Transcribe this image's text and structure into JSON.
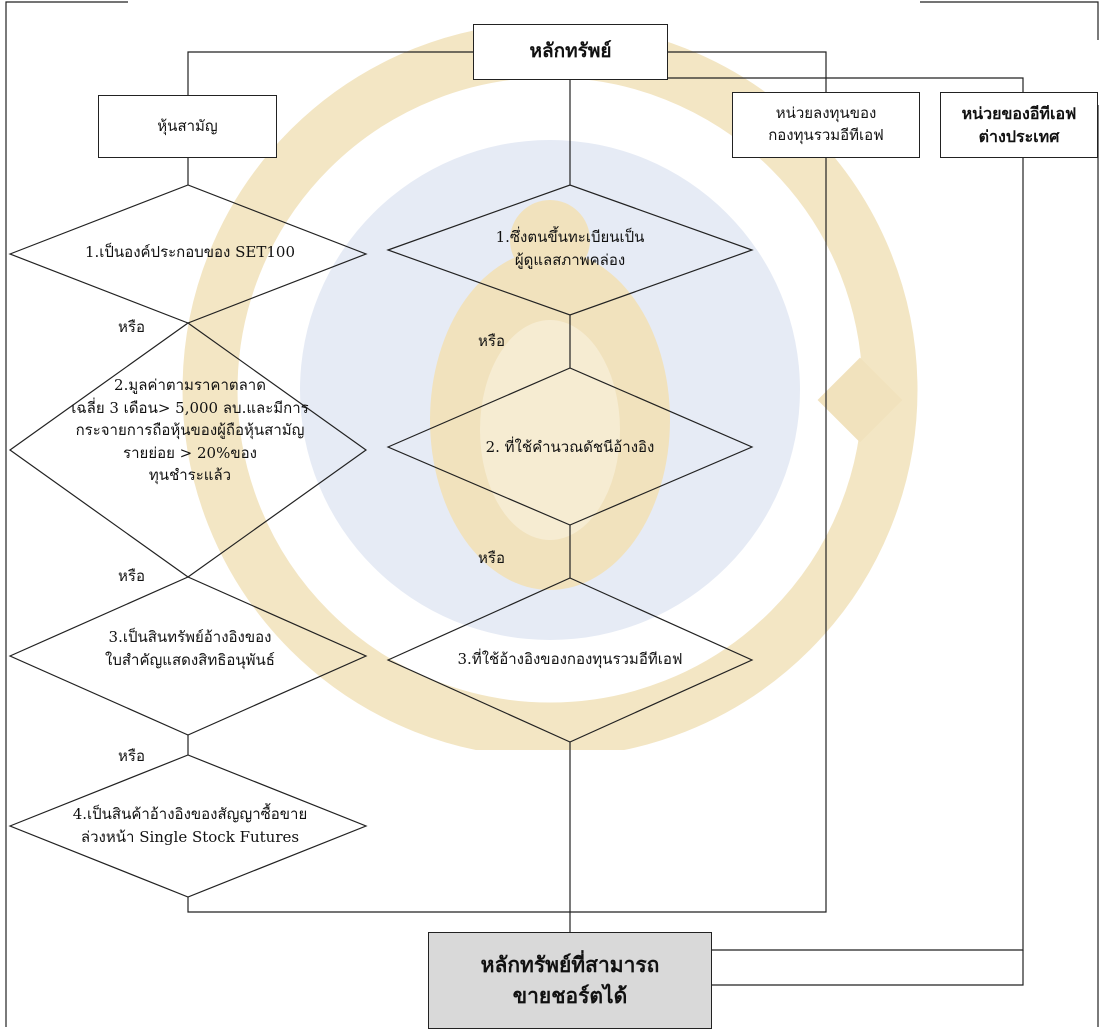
{
  "title": "หลักทรัพย์",
  "columns": {
    "common_stock": "หุ้นสามัญ",
    "etf_units": [
      "หน่วยลงทุนของ",
      "กองทุนรวมอีทีเอฟ"
    ],
    "foreign_etf": [
      "หน่วยของอีทีเอฟ",
      "ต่างประเทศ"
    ]
  },
  "left_conditions": {
    "c1": "1.เป็นองค์ประกอบของ SET100",
    "c2": [
      "2.มูลค่าตามราคาตลาด",
      "เฉลี่ย 3 เดือน> 5,000 ลบ.และมีการ",
      "กระจายการถือหุ้นของผู้ถือหุ้นสามัญ",
      "รายย่อย > 20%ของ",
      "ทุนชำระแล้ว"
    ],
    "c3": [
      "3.เป็นสินทรัพย์อ้างอิงของ",
      "ใบสำคัญแสดงสิทธิอนุพันธ์"
    ],
    "c4": [
      "4.เป็นสินค้าอ้างอิงของสัญญาซื้อขาย",
      "ล่วงหน้า Single Stock Futures"
    ]
  },
  "mid_conditions": {
    "c1": [
      "1.ซึ่งตนขึ้นทะเบียนเป็น",
      "ผู้ดูแลสภาพคล่อง"
    ],
    "c2": "2. ที่ใช้คำนวณดัชนีอ้างอิง",
    "c3": "3.ที่ใช้อ้างอิงของกองทุนรวมอีทีเอฟ"
  },
  "or_label": "หรือ",
  "result": [
    "หลักทรัพย์ที่สามารถ",
    "ขายชอร์ตได้"
  ]
}
